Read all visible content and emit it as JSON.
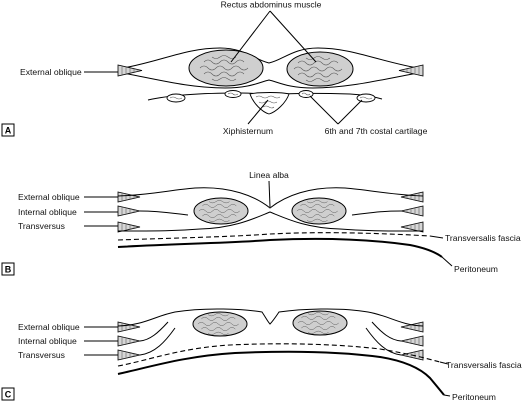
{
  "panels": {
    "a": {
      "letter": "A",
      "labels": {
        "external_oblique": "External oblique",
        "rectus": "Rectus abdominus muscle",
        "xiphisternum": "Xiphisternum",
        "costal": "6th and 7th costal cartilage"
      }
    },
    "b": {
      "letter": "B",
      "labels": {
        "external_oblique": "External oblique",
        "internal_oblique": "Internal oblique",
        "transversus": "Transversus",
        "linea_alba": "Linea alba",
        "transversalis_fascia": "Transversalis fascia",
        "peritoneum": "Peritoneum"
      }
    },
    "c": {
      "letter": "C",
      "labels": {
        "external_oblique": "External oblique",
        "internal_oblique": "Internal oblique",
        "transversus": "Transversus",
        "transversalis_fascia": "Transversalis fascia",
        "peritoneum": "Peritoneum"
      }
    }
  },
  "colors": {
    "line": "#000000",
    "muscle_fill": "#cfcfcf",
    "background": "#ffffff"
  }
}
